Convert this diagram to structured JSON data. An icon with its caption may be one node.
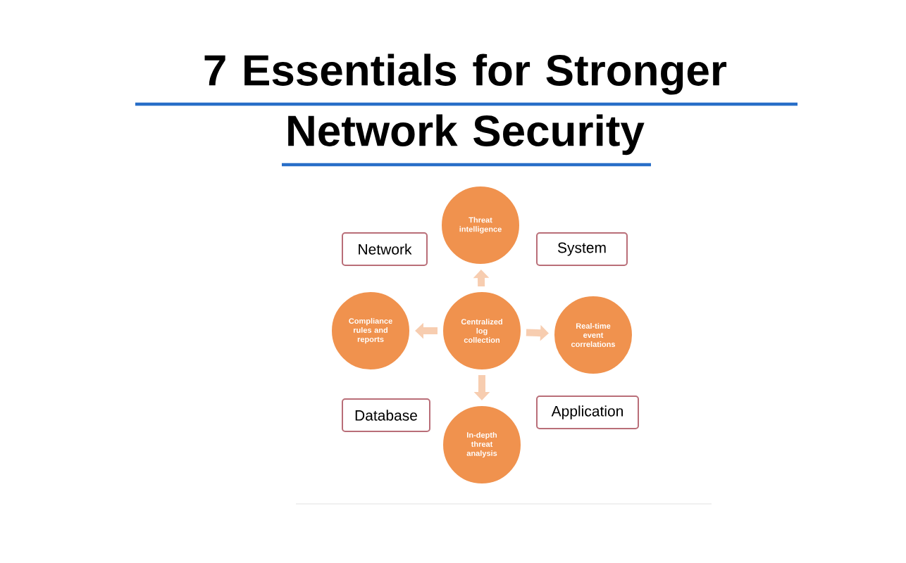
{
  "diagram": {
    "title": "7 Essentials for Stronger Network Security",
    "nodes": [
      {
        "text": [
          "Threat intelligence"
        ]
      },
      {
        "text": [
          "Network"
        ]
      },
      {
        "text": [
          "System"
        ]
      },
      {
        "text": [
          "Compliance rules and reports"
        ]
      },
      {
        "text": [
          "Centralized log collection"
        ]
      },
      {
        "text": [
          "Real-time event correlations"
        ]
      },
      {
        "text": [
          "Database"
        ]
      },
      {
        "text": [
          "Application"
        ]
      },
      {
        "text": [
          "In-depth threat analysis"
        ]
      }
    ],
    "edges": [
      {
        "from": 4,
        "to": 0,
        "arrow": "to"
      },
      {
        "from": 4,
        "to": 3,
        "arrow": "to"
      },
      {
        "from": 4,
        "to": 5,
        "arrow": "to"
      },
      {
        "from": 4,
        "to": 8,
        "arrow": "to"
      }
    ]
  }
}
